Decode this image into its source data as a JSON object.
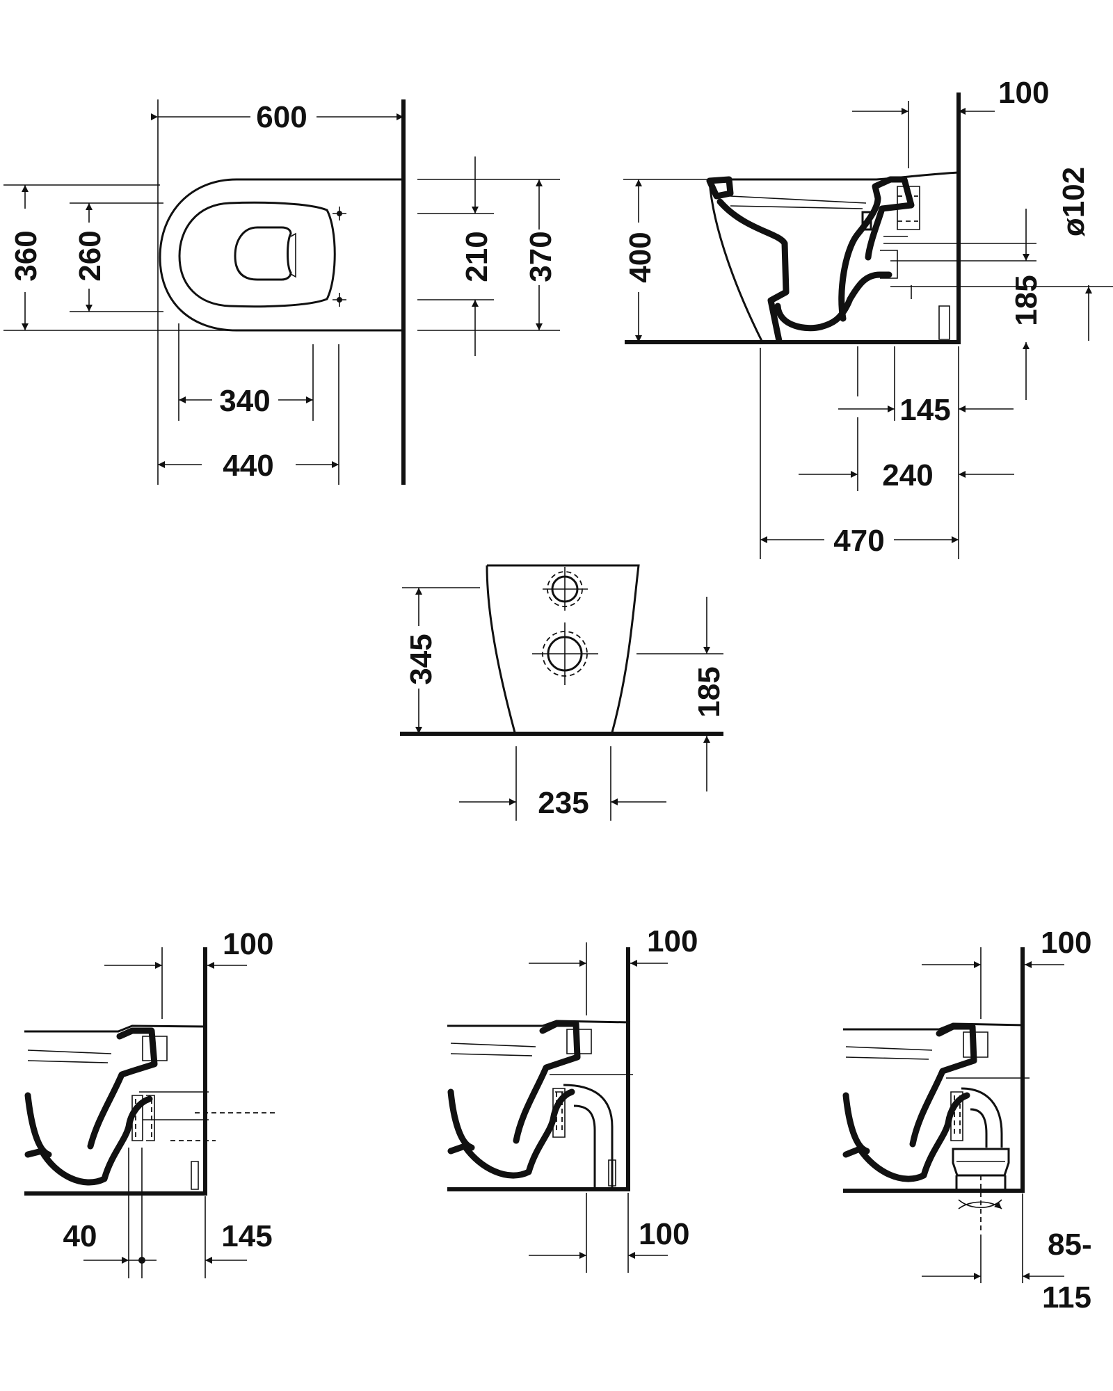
{
  "top_view": {
    "dim_width_600": "600",
    "dim_height_360": "360",
    "dim_seat_260": "260",
    "dim_210": "210",
    "dim_370": "370",
    "dim_340": "340",
    "dim_440": "440"
  },
  "side_view": {
    "dim_wall_100": "100",
    "dim_height_400": "400",
    "dim_outlet_dia": "ø102",
    "dim_outlet_height_185": "185",
    "dim_145": "145",
    "dim_240": "240",
    "dim_470": "470"
  },
  "front_view": {
    "dim_height_345": "345",
    "dim_height_185": "185",
    "dim_width_235": "235"
  },
  "variant_left": {
    "dim_wall_100": "100",
    "dim_40": "40",
    "dim_145": "145"
  },
  "variant_middle": {
    "dim_wall_100": "100",
    "dim_bottom_100": "100"
  },
  "variant_right": {
    "dim_wall_100": "100",
    "dim_range_top": "85-",
    "dim_range_bottom": "115"
  }
}
